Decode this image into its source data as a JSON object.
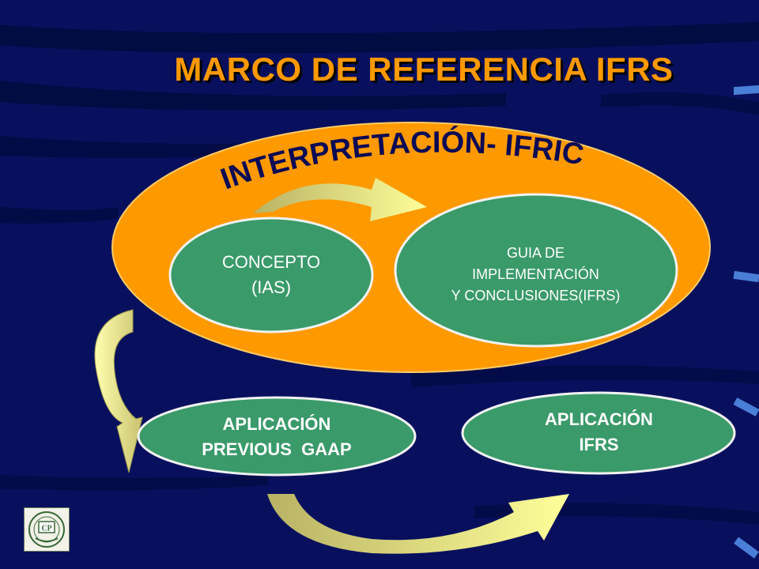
{
  "title": "MARCO DE REFERENCIA IFRS",
  "arc_label": "INTERPRETACIÓN- IFRIC",
  "nodes": {
    "concepto": {
      "lines": [
        "CONCEPTO",
        "(IAS)"
      ]
    },
    "guia": {
      "lines": [
        "GUIA DE",
        "IMPLEMENTACIÓN",
        "Y CONCLUSIONES(IFRS)"
      ]
    },
    "previous": {
      "lines": [
        "APLICACIÓN",
        "PREVIOUS  GAAP"
      ]
    },
    "ifrs": {
      "lines": [
        "APLICACIÓN",
        "IFRS"
      ]
    }
  },
  "logo": {
    "text": "CP"
  },
  "colors": {
    "background": "#08105e",
    "title": "#ff9900",
    "big_ellipse": "#ff9900",
    "node_fill": "#3a9a6a",
    "arrow_fill": "#f5f59a",
    "arrow_left": "#c8c270",
    "arc_label": "#0a0a55"
  }
}
